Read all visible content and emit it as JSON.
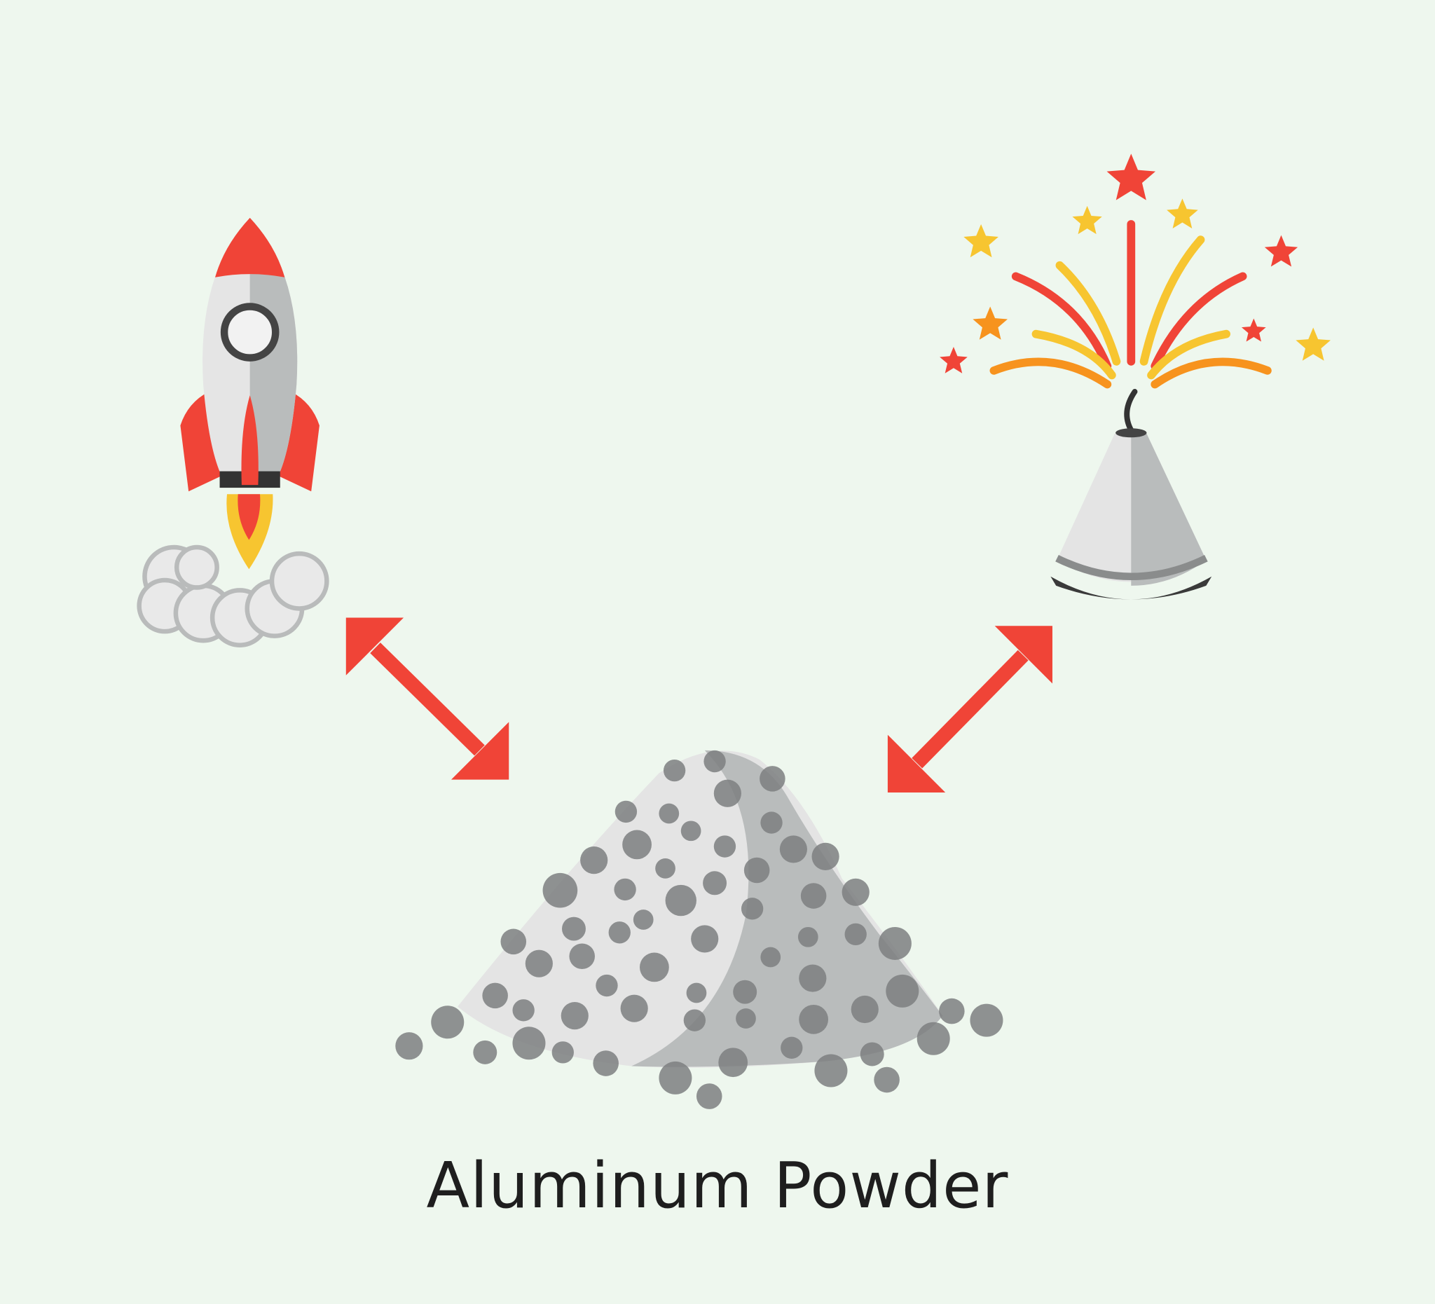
{
  "diagram": {
    "caption": "Aluminum Powder",
    "nodes": [
      {
        "id": "rocket",
        "icon": "rocket-icon"
      },
      {
        "id": "firework",
        "icon": "firework-cone-icon"
      },
      {
        "id": "powder",
        "icon": "powder-pile-icon"
      }
    ],
    "links": [
      {
        "from": "rocket",
        "to": "powder",
        "type": "bidirectional"
      },
      {
        "from": "firework",
        "to": "powder",
        "type": "bidirectional"
      }
    ],
    "colors": {
      "background": "#eef7ee",
      "accent_red": "#f04437",
      "yellow": "#f7c530",
      "orange": "#f7931e",
      "metal_light": "#e4e4e4",
      "metal_dark": "#b9bcbc",
      "particle": "#7d7f80"
    }
  }
}
